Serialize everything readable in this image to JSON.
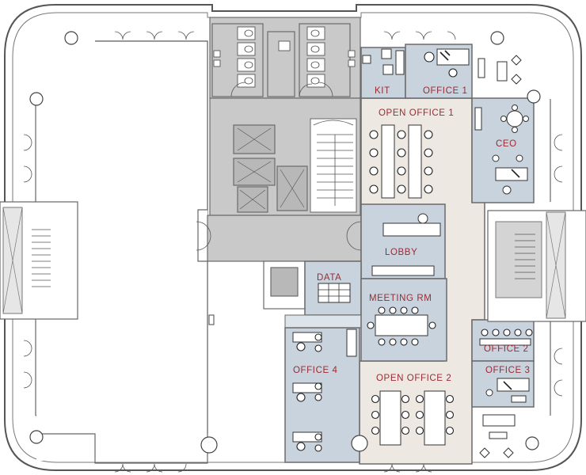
{
  "rooms": {
    "kit": "KIT",
    "office_1": "OFFICE 1",
    "open_office_1": "OPEN OFFICE 1",
    "ceo": "CEO",
    "lobby": "LOBBY",
    "data": "DATA",
    "meeting_rm": "MEETING RM",
    "office_2": "OFFICE 2",
    "office_3": "OFFICE 3",
    "office_4": "OFFICE 4",
    "open_office_2": "OPEN OFFICE 2"
  },
  "colors": {
    "enclosed_office": "#c8d3de",
    "open_office": "#ede8e2",
    "core": "#c9c9c9",
    "label": "#9a2b32"
  }
}
